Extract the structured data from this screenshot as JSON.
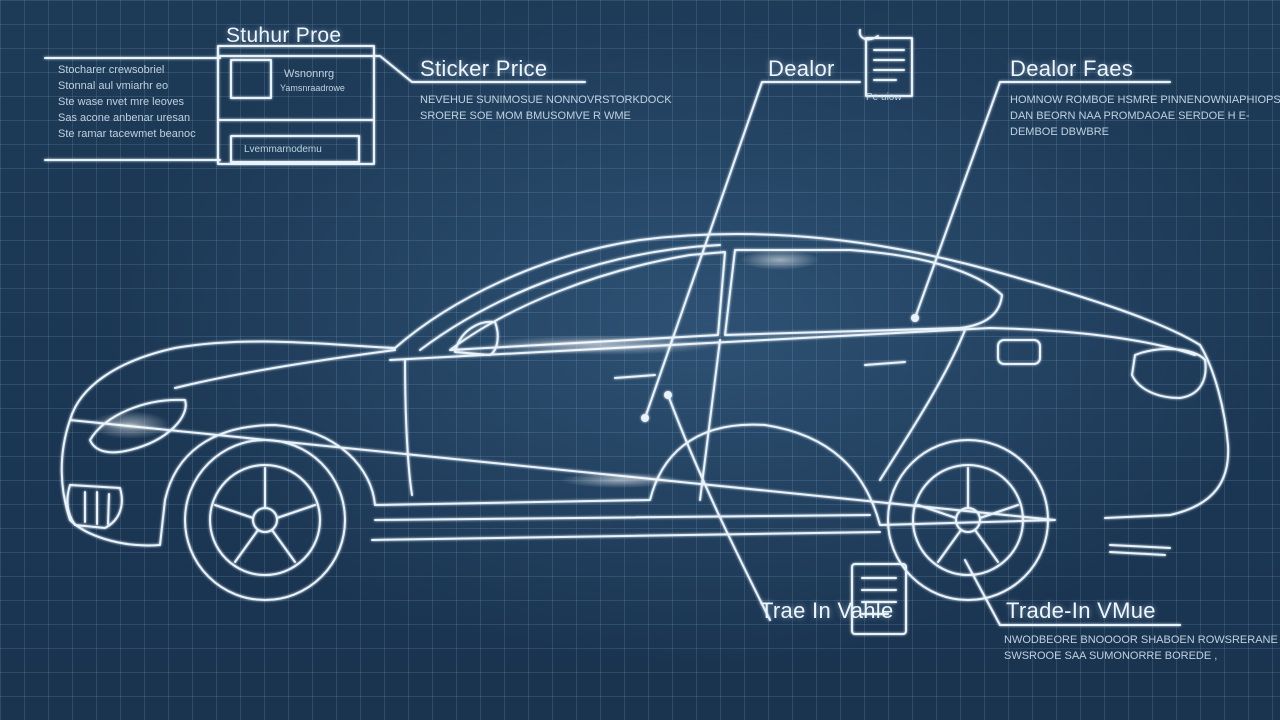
{
  "labels": {
    "sticker_box_title": "Stuhur Proe",
    "sticker_price": "Sticker Price",
    "dealer": "Dealor",
    "dealer_fees": "Dealor Faes",
    "trade_in_value_left": "Trae In Vahle",
    "trade_in_value_right": "Trade-In VMue"
  },
  "notes": {
    "top_left": [
      "Stocharer crewsobriel",
      "Stonnal aul vmiarhr eo",
      "Ste wase nvet mre leoves",
      "Sas acone anbenar uresan",
      "Ste ramar tacewmet beanoc"
    ],
    "sticker_price": [
      "NEVEHUE SUNIMOSUE NONNOVRSTORKDOCK",
      "SROERE SOE MOM BMUSOMVE R WME"
    ],
    "dealer_fees": [
      "HOMNOW ROMBOE HSMRE PINNENOWNIAPHIOPS",
      "DAN BEORN NAA PROMDAOAE SERDOE H E-",
      "DEMBOE DBWBRE"
    ],
    "trade_in": [
      "NWODBEORE BNOOOOR SHABOEN ROWSRERANE",
      "SWSROOE SAA SUMONORRE BOREDE ,"
    ]
  },
  "box": {
    "inner_text": "Wsnonnrg",
    "inner_sub": "Yamsnraadrowe",
    "footer": "Lvemmarnodemu"
  },
  "doc_icon_caption": "Pe uiow",
  "colors": {
    "background": "#1b3550",
    "line": "#e9f3fb",
    "text": "#eef5fb"
  }
}
